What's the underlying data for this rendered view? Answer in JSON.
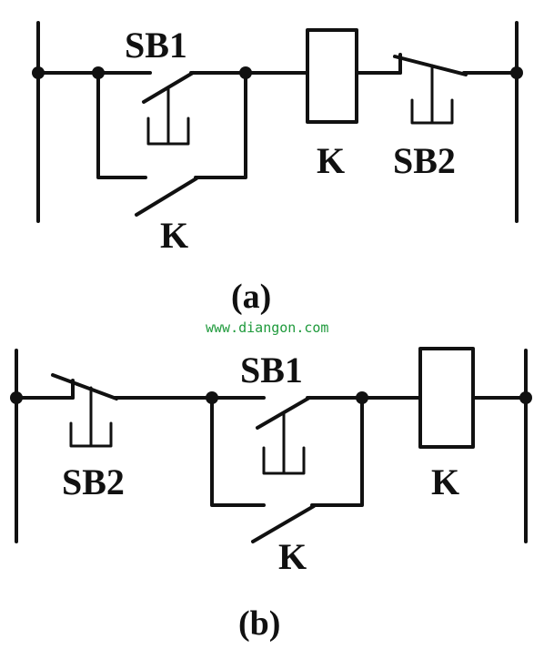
{
  "watermark": "www.diangon.com",
  "circuit_a": {
    "caption": "(a)",
    "start_button_label": "SB1",
    "stop_button_label": "SB2",
    "coil_label": "K",
    "hold_contact_label": "K"
  },
  "circuit_b": {
    "caption": "(b)",
    "start_button_label": "SB1",
    "stop_button_label": "SB2",
    "coil_label": "K",
    "hold_contact_label": "K"
  },
  "colors": {
    "ink": "#111111",
    "watermark": "#1f9a3c",
    "background": "#ffffff"
  }
}
